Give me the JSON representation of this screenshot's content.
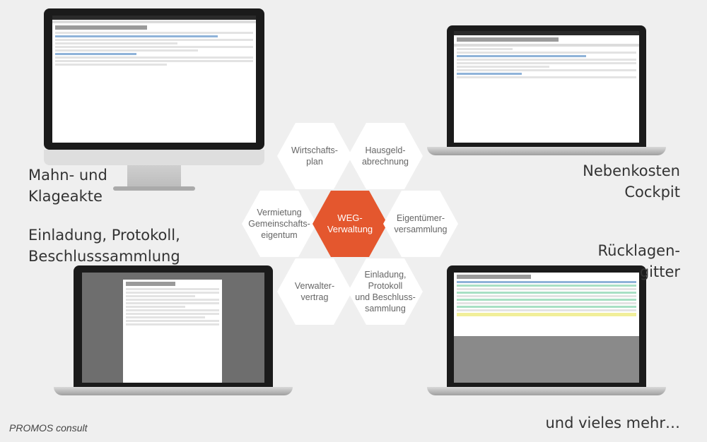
{
  "labels": {
    "mahn": "Mahn- und\nKlageakte",
    "nebenkosten": "Nebenkosten\nCockpit",
    "einladung": "Einladung, Protokoll,\nBeschlusssammlung",
    "ruecklagen": "Rücklagen-\ngitter",
    "mehr": "und vieles mehr…",
    "brand": "PROMOS consult"
  },
  "hexes": {
    "wirtschaftsplan": "Wirtschafts-\nplan",
    "hausgeld": "Hausgeld-\nabrechnung",
    "vermietung": "Vermietung\nGemeinschafts-\neigentum",
    "center": "WEG-\nVerwaltung",
    "eigentuemer": "Eigentümer-\nversammlung",
    "verwalter": "Verwalter-\nvertrag",
    "einladung": "Einladung,\nProtokoll\nund Beschluss-\nsammlung"
  },
  "colors": {
    "accent": "#e4572e",
    "hex_fill": "#ffffff",
    "background": "#efefef"
  }
}
